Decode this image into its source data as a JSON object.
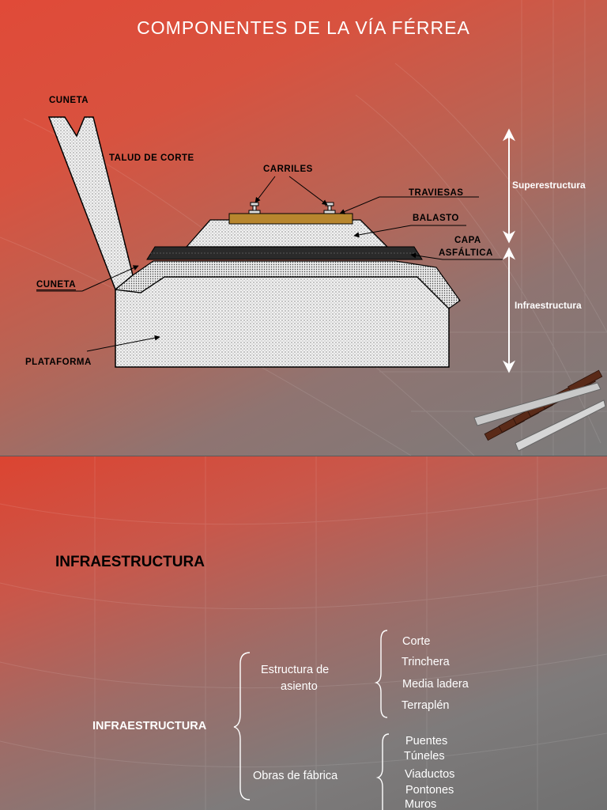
{
  "slide1": {
    "title": "COMPONENTES DE LA VÍA FÉRREA",
    "labels": {
      "cuneta_top": "CUNETA",
      "talud": "TALUD DE CORTE",
      "carriles": "CARRILES",
      "traviesas": "TRAVIESAS",
      "balasto": "BALASTO",
      "capa_line1": "CAPA",
      "capa_line2": "ASFÁLTICA",
      "cuneta_bottom": "CUNETA",
      "plataforma": "PLATAFORMA",
      "superestructura": "Superestructura",
      "infraestructura": "Infraestructura"
    },
    "colors": {
      "accent": "#e04a38",
      "sleeper": "#b8862e",
      "asphalt": "#2a2a2a"
    }
  },
  "slide2": {
    "heading": "INFRAESTRUCTURA",
    "root": "INFRAESTRUCTURA",
    "branch1_line1": "Estructura de",
    "branch1_line2": "asiento",
    "branch1_items": [
      "Corte",
      "Trinchera",
      "Media ladera",
      "Terraplén"
    ],
    "branch2": "Obras de fábrica",
    "branch2_items": [
      "Puentes",
      "Túneles",
      "Viaductos",
      "Pontones",
      "Muros"
    ]
  }
}
